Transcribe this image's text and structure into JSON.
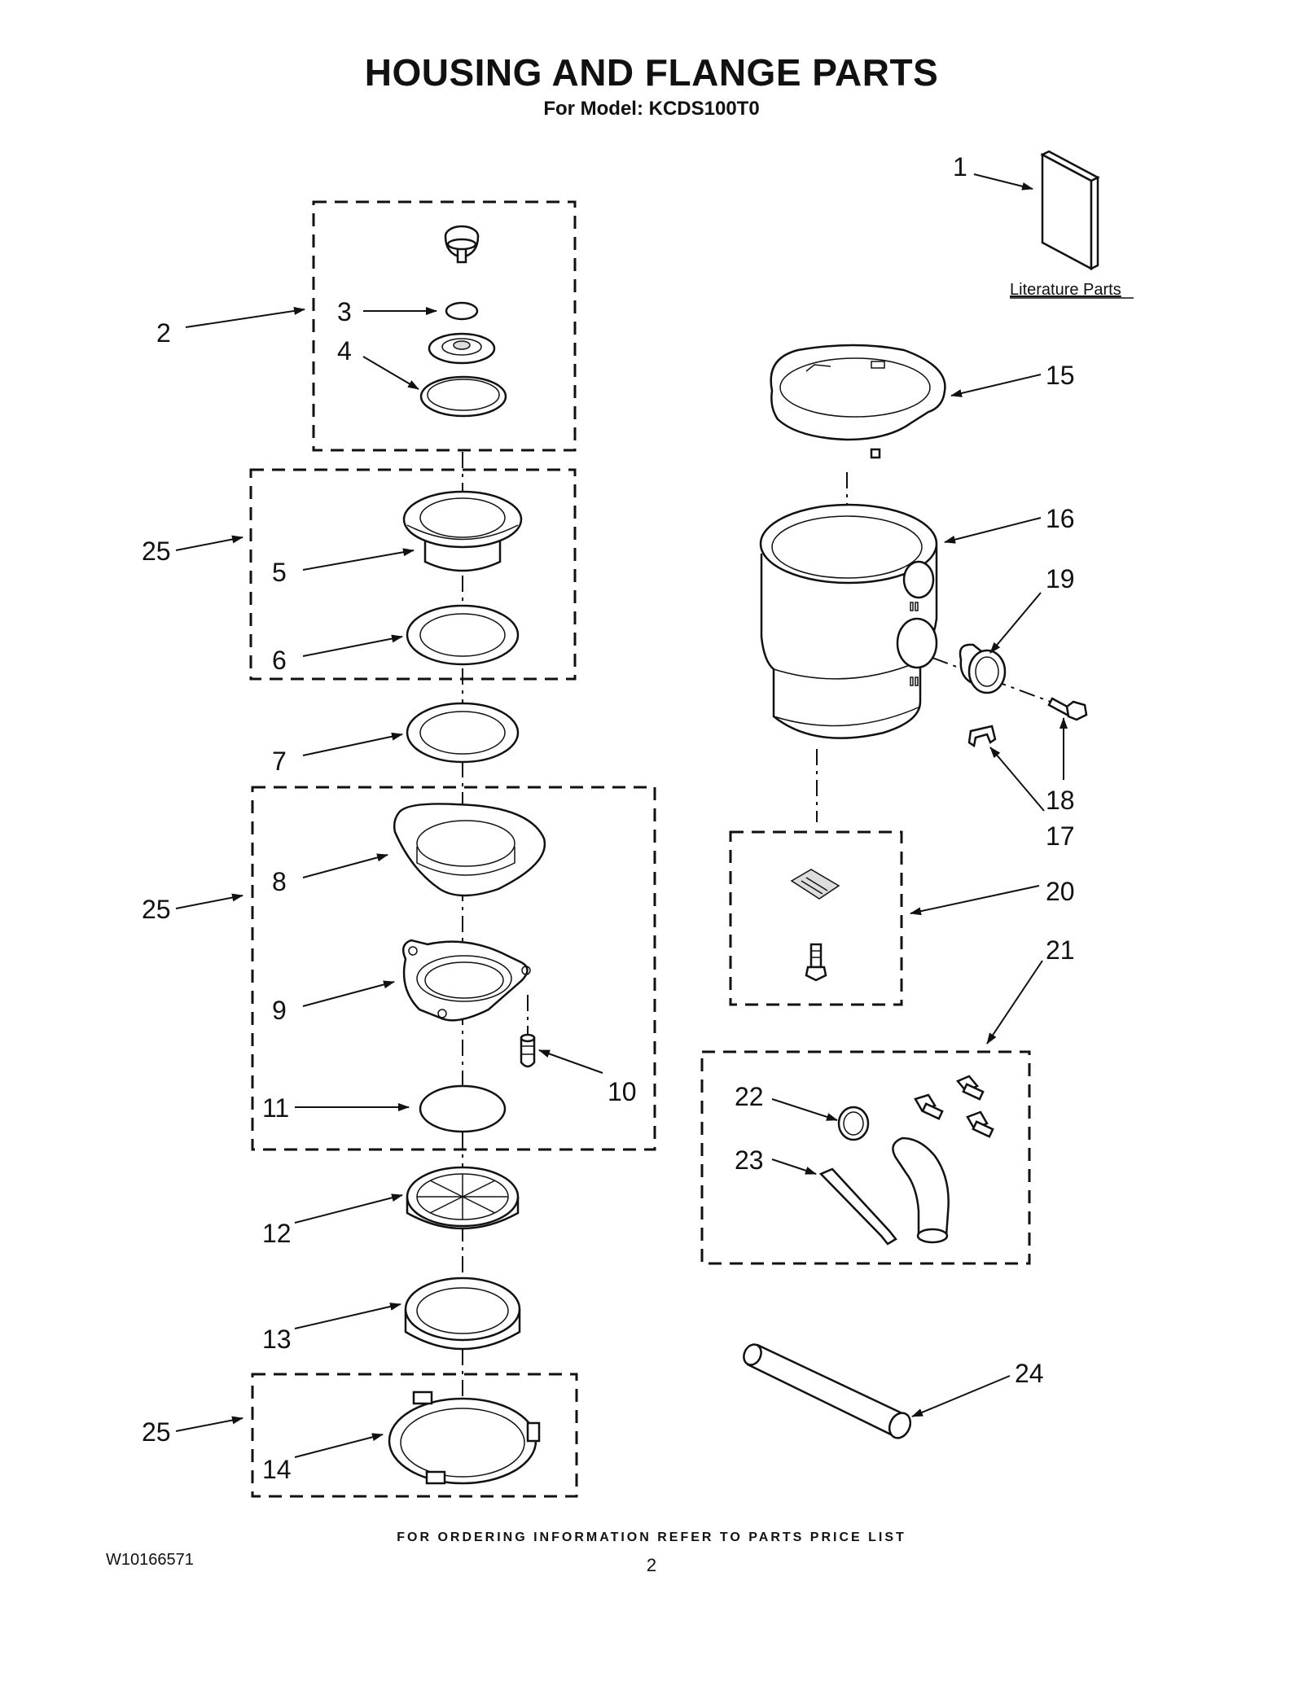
{
  "header": {
    "title": "HOUSING AND FLANGE PARTS",
    "subtitle": "For Model: KCDS100T0"
  },
  "literature_label": "Literature Parts",
  "callouts": [
    "1",
    "2",
    "3",
    "4",
    "5",
    "6",
    "7",
    "8",
    "9",
    "10",
    "11",
    "12",
    "13",
    "14",
    "15",
    "16",
    "17",
    "18",
    "19",
    "20",
    "21",
    "22",
    "23",
    "24",
    "25"
  ],
  "footer": {
    "note": "FOR ORDERING INFORMATION REFER TO PARTS PRICE LIST",
    "doc_number": "W10166571",
    "page": "2"
  }
}
